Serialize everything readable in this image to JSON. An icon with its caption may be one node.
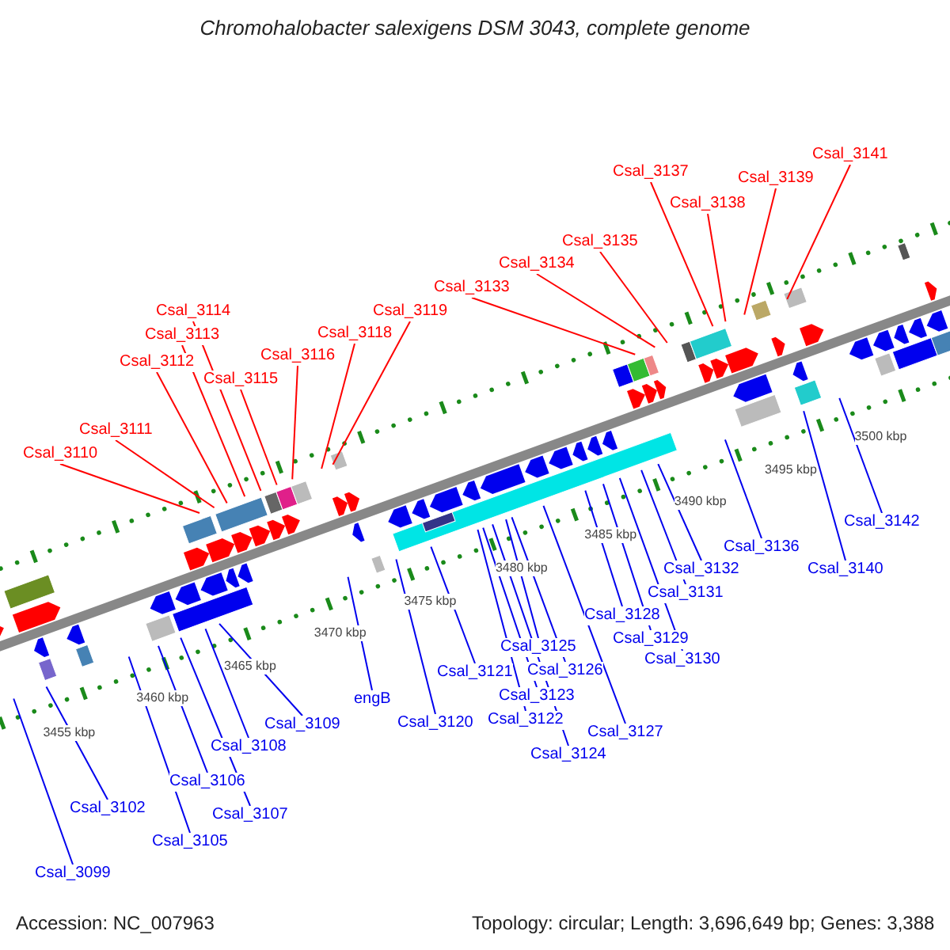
{
  "diagram": {
    "title": "Chromohalobacter salexigens DSM 3043, complete genome",
    "nodes": [
      {
        "text": [
          "Csal_3110"
        ]
      },
      {
        "text": [
          "Csal_3111"
        ]
      },
      {
        "text": [
          "Csal_3112"
        ]
      },
      {
        "text": [
          "Csal_3113"
        ]
      },
      {
        "text": [
          "Csal_3114"
        ]
      },
      {
        "text": [
          "Csal_3115"
        ]
      },
      {
        "text": [
          "Csal_3116"
        ]
      },
      {
        "text": [
          "Csal_3118"
        ]
      },
      {
        "text": [
          "Csal_3119"
        ]
      },
      {
        "text": [
          "Csal_3133"
        ]
      },
      {
        "text": [
          "Csal_3134"
        ]
      },
      {
        "text": [
          "Csal_3135"
        ]
      },
      {
        "text": [
          "Csal_3137"
        ]
      },
      {
        "text": [
          "Csal_3138"
        ]
      },
      {
        "text": [
          "Csal_3139"
        ]
      },
      {
        "text": [
          "Csal_3141"
        ]
      },
      {
        "text": [
          "Csal_3099"
        ]
      },
      {
        "text": [
          "Csal_3102"
        ]
      },
      {
        "text": [
          "Csal_3105"
        ]
      },
      {
        "text": [
          "Csal_3106"
        ]
      },
      {
        "text": [
          "Csal_3107"
        ]
      },
      {
        "text": [
          "Csal_3108"
        ]
      },
      {
        "text": [
          "Csal_3109"
        ]
      },
      {
        "text": [
          "engB"
        ]
      },
      {
        "text": [
          "Csal_3120"
        ]
      },
      {
        "text": [
          "Csal_3121"
        ]
      },
      {
        "text": [
          "Csal_3122"
        ]
      },
      {
        "text": [
          "Csal_3123"
        ]
      },
      {
        "text": [
          "Csal_3124"
        ]
      },
      {
        "text": [
          "Csal_3125"
        ]
      },
      {
        "text": [
          "Csal_3126"
        ]
      },
      {
        "text": [
          "Csal_3127"
        ]
      },
      {
        "text": [
          "Csal_3128"
        ]
      },
      {
        "text": [
          "Csal_3129"
        ]
      },
      {
        "text": [
          "Csal_3130"
        ]
      },
      {
        "text": [
          "Csal_3131"
        ]
      },
      {
        "text": [
          "Csal_3132"
        ]
      },
      {
        "text": [
          "Csal_3136"
        ]
      },
      {
        "text": [
          "Csal_3140"
        ]
      },
      {
        "text": [
          "Csal_3142"
        ]
      }
    ],
    "edges": [
      {
        "from": 0,
        "to": null,
        "arrow": "none",
        "color": "#ff0000"
      },
      {
        "from": 1,
        "to": null,
        "arrow": "none",
        "color": "#ff0000"
      },
      {
        "from": 2,
        "to": null,
        "arrow": "none",
        "color": "#ff0000"
      },
      {
        "from": 3,
        "to": null,
        "arrow": "none",
        "color": "#ff0000"
      },
      {
        "from": 4,
        "to": null,
        "arrow": "none",
        "color": "#ff0000"
      },
      {
        "from": 5,
        "to": null,
        "arrow": "none",
        "color": "#ff0000"
      },
      {
        "from": 6,
        "to": null,
        "arrow": "none",
        "color": "#ff0000"
      },
      {
        "from": 7,
        "to": null,
        "arrow": "none",
        "color": "#ff0000"
      },
      {
        "from": 8,
        "to": null,
        "arrow": "none",
        "color": "#ff0000"
      },
      {
        "from": 9,
        "to": null,
        "arrow": "none",
        "color": "#ff0000"
      },
      {
        "from": 10,
        "to": null,
        "arrow": "none",
        "color": "#ff0000"
      },
      {
        "from": 11,
        "to": null,
        "arrow": "none",
        "color": "#ff0000"
      },
      {
        "from": 12,
        "to": null,
        "arrow": "none",
        "color": "#ff0000"
      },
      {
        "from": 13,
        "to": null,
        "arrow": "none",
        "color": "#ff0000"
      },
      {
        "from": 14,
        "to": null,
        "arrow": "none",
        "color": "#ff0000"
      },
      {
        "from": 15,
        "to": null,
        "arrow": "none",
        "color": "#ff0000"
      },
      {
        "from": 16,
        "to": null,
        "arrow": "none"
      },
      {
        "from": 17,
        "to": null,
        "arrow": "none"
      },
      {
        "from": 18,
        "to": null,
        "arrow": "none"
      },
      {
        "from": 19,
        "to": null,
        "arrow": "none"
      },
      {
        "from": 20,
        "to": null,
        "arrow": "none"
      },
      {
        "from": 21,
        "to": null,
        "arrow": "none"
      },
      {
        "from": 22,
        "to": null,
        "arrow": "none"
      },
      {
        "from": 23,
        "to": null,
        "arrow": "none"
      },
      {
        "from": 24,
        "to": null,
        "arrow": "none"
      },
      {
        "from": 25,
        "to": null,
        "arrow": "none"
      },
      {
        "from": 26,
        "to": null,
        "arrow": "none"
      },
      {
        "from": 27,
        "to": null,
        "arrow": "none"
      },
      {
        "from": 28,
        "to": null,
        "arrow": "none"
      },
      {
        "from": 29,
        "to": null,
        "arrow": "none"
      },
      {
        "from": 30,
        "to": null,
        "arrow": "none"
      },
      {
        "from": 31,
        "to": null,
        "arrow": "none"
      },
      {
        "from": 32,
        "to": null,
        "arrow": "none"
      },
      {
        "from": 33,
        "to": null,
        "arrow": "none"
      },
      {
        "from": 34,
        "to": null,
        "arrow": "none"
      },
      {
        "from": 35,
        "to": null,
        "arrow": "none"
      },
      {
        "from": 36,
        "to": null,
        "arrow": "none"
      },
      {
        "from": 37,
        "to": null,
        "arrow": "none"
      },
      {
        "from": 38,
        "to": null,
        "arrow": "none"
      },
      {
        "from": 39,
        "to": null,
        "arrow": "none"
      }
    ],
    "labels": [
      "3455 kbp",
      "3460 kbp",
      "3465 kbp",
      "3470 kbp",
      "3475 kbp",
      "3480 kbp",
      "3485 kbp",
      "3490 kbp",
      "3495 kbp",
      "3500 kbp",
      "Accession: NC_007963",
      "Topology: circular; Length: 3,696,649 bp; Genes: 3,388"
    ]
  }
}
